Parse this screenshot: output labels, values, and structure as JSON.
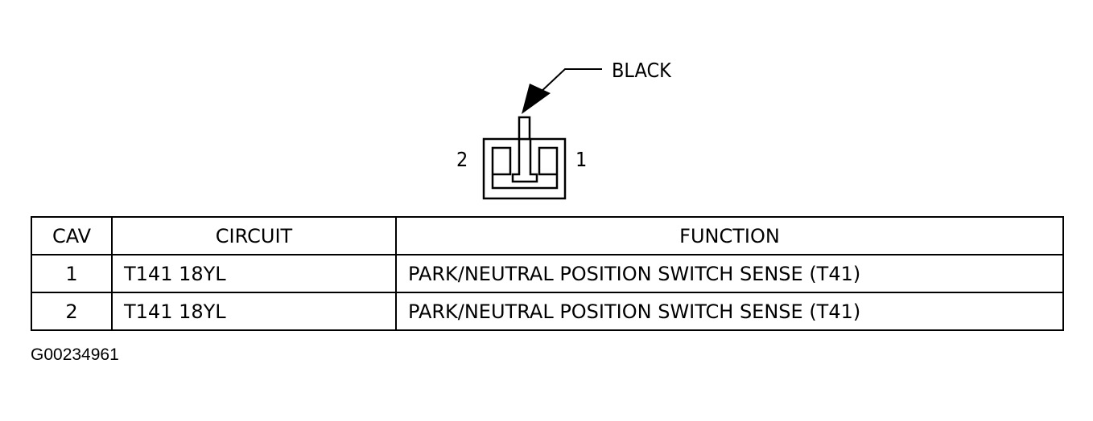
{
  "connector": {
    "color_label": "BLACK",
    "pin_left_label": "2",
    "pin_right_label": "1"
  },
  "table": {
    "headers": {
      "cav": "CAV",
      "circuit": "CIRCUIT",
      "function": "FUNCTION"
    },
    "rows": [
      {
        "cav": "1",
        "circuit": "T141 18YL",
        "function": "PARK/NEUTRAL POSITION SWITCH SENSE (T41)"
      },
      {
        "cav": "2",
        "circuit": "T141 18YL",
        "function": "PARK/NEUTRAL POSITION SWITCH SENSE (T41)"
      }
    ]
  },
  "figure_id": "G00234961"
}
